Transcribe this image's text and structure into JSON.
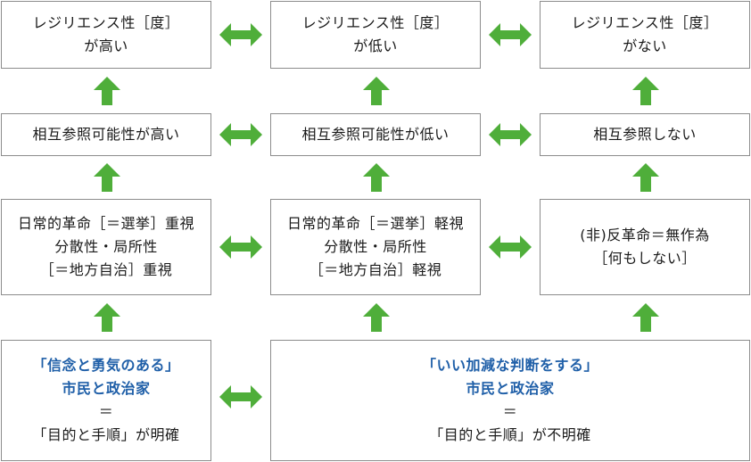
{
  "row1": {
    "high": [
      "レジリエンス性［度］",
      "が高い"
    ],
    "low": [
      "レジリエンス性［度］",
      "が低い"
    ],
    "none": [
      "レジリエンス性［度］",
      "がない"
    ]
  },
  "row2": {
    "high": "相互参照可能性が高い",
    "low": "相互参照可能性が低い",
    "none": "相互参照しない"
  },
  "row3": {
    "emphasis": [
      "日常的革命［＝選挙］重視",
      "分散性・局所性",
      "［＝地方自治］重視"
    ],
    "light": [
      "日常的革命［＝選挙］軽視",
      "分散性・局所性",
      "［＝地方自治］軽視"
    ],
    "anti": [
      "(非)反革命＝無作為",
      "［何もしない］"
    ]
  },
  "row4": {
    "courage": {
      "quote": "「信念と勇気のある」",
      "subject": "市民と政治家",
      "equals": "＝",
      "result": "「目的と手順」が明確"
    },
    "sloppy": {
      "quote": "「いい加減な判断をする」",
      "subject": "市民と政治家",
      "equals": "＝",
      "result": "「目的と手順」が不明確"
    }
  },
  "colors": {
    "arrow": "#4fae3a",
    "emphasis_text": "#1f5fa8",
    "border": "#8c8c8c"
  }
}
